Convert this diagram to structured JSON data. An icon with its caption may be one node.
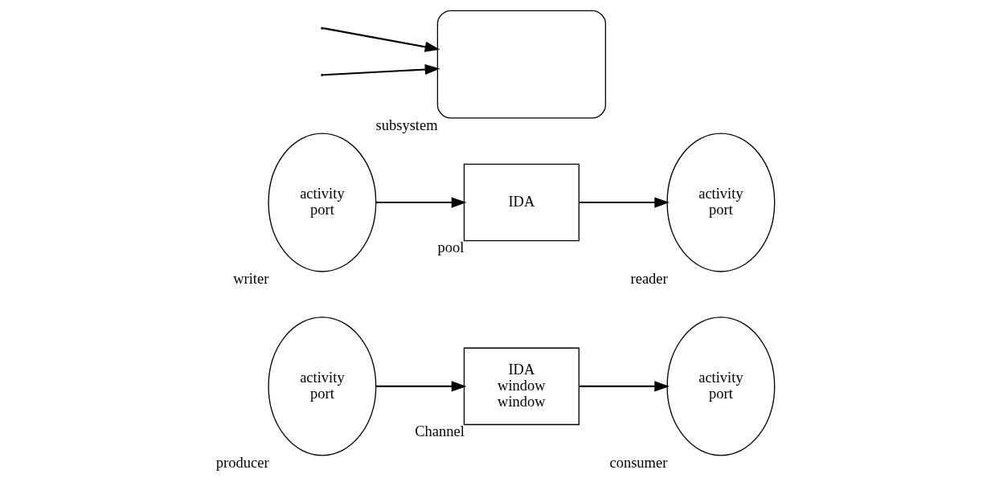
{
  "diagram": {
    "nodes": [
      {
        "text": [
          "activity",
          "port"
        ],
        "beside": [
          "producer"
        ]
      },
      {
        "text": [
          "IDA",
          "window",
          "window"
        ],
        "beside": [
          "Channel"
        ]
      },
      {
        "text": [
          "activity",
          "port"
        ],
        "beside": [
          "consumer"
        ]
      },
      {
        "text": [
          "activity",
          "port"
        ],
        "beside": [
          "writer"
        ]
      },
      {
        "text": [
          "IDA"
        ],
        "beside": [
          "pool"
        ]
      },
      {
        "text": [
          "activity",
          "port"
        ],
        "beside": [
          "reader"
        ]
      },
      {
        "text": [],
        "shape": "box",
        "beside": [
          "subsystem"
        ]
      }
    ],
    "edges": [
      {
        "from": 0,
        "to": 1,
        "arrow": "to"
      },
      {
        "from": 1,
        "to": 2,
        "arrow": "to"
      },
      {
        "from": 3,
        "to": 4,
        "arrow": "to"
      },
      {
        "from": 4,
        "to": 5,
        "arrow": "to"
      },
      {
        "from": null,
        "to": 6,
        "arrow": "to"
      },
      {
        "from": null,
        "to": 6,
        "arrow": "to"
      }
    ]
  }
}
